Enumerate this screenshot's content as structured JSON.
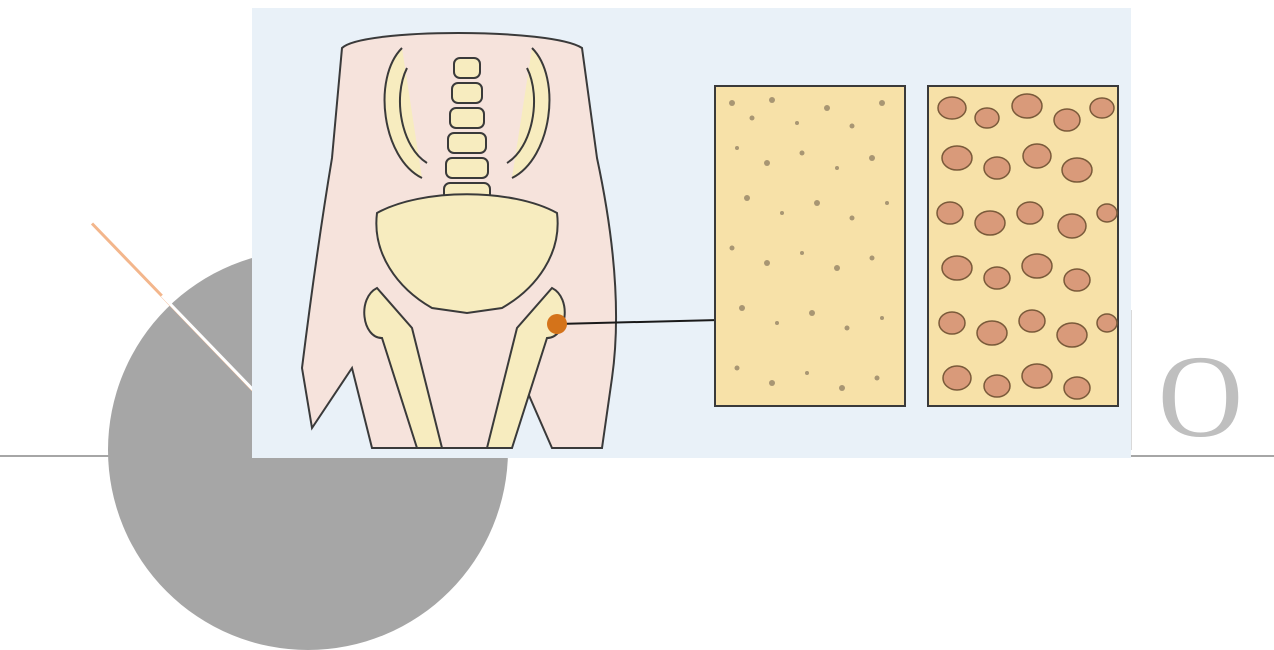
{
  "decor": {
    "large_letter": "O",
    "accent_color": "#f3b68c",
    "disc_color": "#a6a6a6",
    "marker_color": "#d4731a"
  },
  "illustration": {
    "subject": "skeleton-pelvis-hip",
    "panels": [
      "normal-bone-texture",
      "osteoporotic-bone-texture"
    ]
  }
}
